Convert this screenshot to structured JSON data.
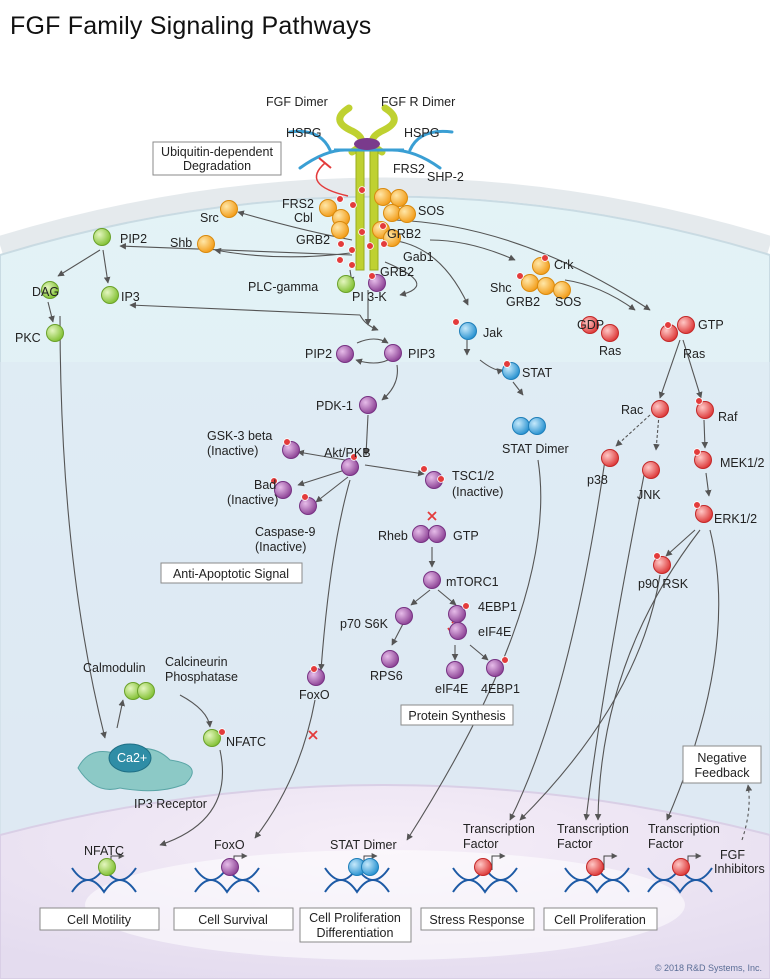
{
  "title": "FGF Family Signaling Pathways",
  "copyright": "© 2018 R&D Systems, Inc.",
  "colors": {
    "green": "#8cc63f",
    "orange": "#f7a823",
    "purple": "#9b4ea3",
    "blue": "#3aa0d8",
    "red": "#e8484a",
    "membrane": "#dceff3",
    "receptor": "#bfd131",
    "hspg": "#3a9fd4",
    "inhibit": "#e33b3b"
  },
  "labels": {
    "fgf_dimer": "FGF Dimer",
    "fgfr_dimer": "FGF R Dimer",
    "hspg_left": "HSPG",
    "hspg_right": "HSPG",
    "frs2_top": "FRS2",
    "shp2": "SHP-2",
    "frs2_left": "FRS2",
    "cbl": "Cbl",
    "sos_top": "SOS",
    "src": "Src",
    "shb": "Shb",
    "grb2_a": "GRB2",
    "grb2_b": "GRB2",
    "gab1": "Gab1",
    "grb2_c": "GRB2",
    "plc_gamma": "PLC-gamma",
    "pi3k": "PI 3-K",
    "pip2_green": "PIP2",
    "dag": "DAG",
    "ip3": "IP3",
    "pkc": "PKC",
    "crk": "Crk",
    "shc": "Shc",
    "grb2_d": "GRB2",
    "sos_b": "SOS",
    "gdp": "GDP",
    "gtp_ras": "GTP",
    "ras_left": "Ras",
    "ras_right": "Ras",
    "jak": "Jak",
    "stat": "STAT",
    "stat_dimer": "STAT Dimer",
    "pip2_purple": "PIP2",
    "pip3": "PIP3",
    "pdk1": "PDK-1",
    "gsk3": "GSK-3 beta",
    "gsk3_state": "(Inactive)",
    "aktpkb": "Akt/PKB",
    "bad": "Bad",
    "bad_state": "(Inactive)",
    "tsc": "TSC1/2",
    "tsc_state": "(Inactive)",
    "caspase9": "Caspase-9",
    "caspase9_state": "(Inactive)",
    "rheb": "Rheb",
    "gtp_rheb": "GTP",
    "mtorc1": "mTORC1",
    "p70s6k": "p70 S6K",
    "ebp1_a": "4EBP1",
    "eif4e_a": "eIF4E",
    "rps6": "RPS6",
    "eif4e_b": "eIF4E",
    "ebp1_b": "4EBP1",
    "rac": "Rac",
    "raf": "Raf",
    "p38": "p38",
    "jnk": "JNK",
    "mek": "MEK1/2",
    "erk": "ERK1/2",
    "p90rsk": "p90 RSK",
    "calmodulin": "Calmodulin",
    "calcineurin_1": "Calcineurin",
    "calcineurin_2": "Phosphatase",
    "nfatc_upper": "NFATC",
    "ca2": "Ca2+",
    "ip3_receptor": "IP3 Receptor",
    "foxo_upper": "FoxO",
    "nfatc_nuc": "NFATC",
    "foxo_nuc": "FoxO",
    "stat_dimer_nuc": "STAT Dimer",
    "tf1_a": "Transcription",
    "tf1_b": "Factor",
    "tf2_a": "Transcription",
    "tf2_b": "Factor",
    "tf3_a": "Transcription",
    "tf3_b": "Factor",
    "fgf_inhib_a": "FGF",
    "fgf_inhib_b": "Inhibitors"
  },
  "boxes": {
    "ubiquitin_1": "Ubiquitin-dependent",
    "ubiquitin_2": "Degradation",
    "anti_apoptotic": "Anti-Apoptotic Signal",
    "protein_synthesis": "Protein Synthesis",
    "negative_1": "Negative",
    "negative_2": "Feedback"
  },
  "outcomes": {
    "cell_motility": "Cell Motility",
    "cell_survival": "Cell Survival",
    "prolif_diff_1": "Cell Proliferation",
    "prolif_diff_2": "Differentiation",
    "stress_response": "Stress Response",
    "cell_proliferation": "Cell Proliferation"
  }
}
